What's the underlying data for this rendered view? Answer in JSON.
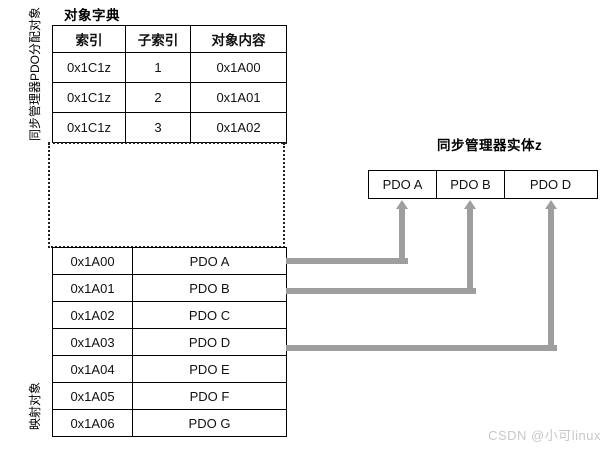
{
  "diagram": {
    "object_dictionary_title": "对象字典",
    "sync_manager_entity_title": "同步管理器实体z",
    "side_label_assign": "同步管理器PDO分配对象",
    "side_label_mapping": "映射对象",
    "watermark": "CSDN @小可linux",
    "colors": {
      "connector": "#9e9e9e",
      "border": "#000000",
      "dotted": "#222222",
      "watermark": "#c9c9c9",
      "background": "#ffffff"
    }
  },
  "assign_table": {
    "headers": [
      "索引",
      "子索引",
      "对象内容"
    ],
    "rows": [
      {
        "index": "0x1C1z",
        "subindex": "1",
        "content": "0x1A00"
      },
      {
        "index": "0x1C1z",
        "subindex": "2",
        "content": "0x1A01"
      },
      {
        "index": "0x1C1z",
        "subindex": "3",
        "content": "0x1A02"
      }
    ]
  },
  "mapping_table": {
    "rows": [
      {
        "address": "0x1A00",
        "name": "PDO A"
      },
      {
        "address": "0x1A01",
        "name": "PDO B"
      },
      {
        "address": "0x1A02",
        "name": "PDO C"
      },
      {
        "address": "0x1A03",
        "name": "PDO D"
      },
      {
        "address": "0x1A04",
        "name": "PDO E"
      },
      {
        "address": "0x1A05",
        "name": "PDO F"
      },
      {
        "address": "0x1A06",
        "name": "PDO G"
      }
    ]
  },
  "sync_manager_entity": {
    "cells": [
      "PDO A",
      "PDO B",
      "PDO D"
    ]
  },
  "connectors": [
    {
      "from": "0x1A00 / PDO A",
      "to": "PDO A"
    },
    {
      "from": "0x1A01 / PDO B",
      "to": "PDO B"
    },
    {
      "from": "0x1A03 / PDO D",
      "to": "PDO D"
    }
  ]
}
